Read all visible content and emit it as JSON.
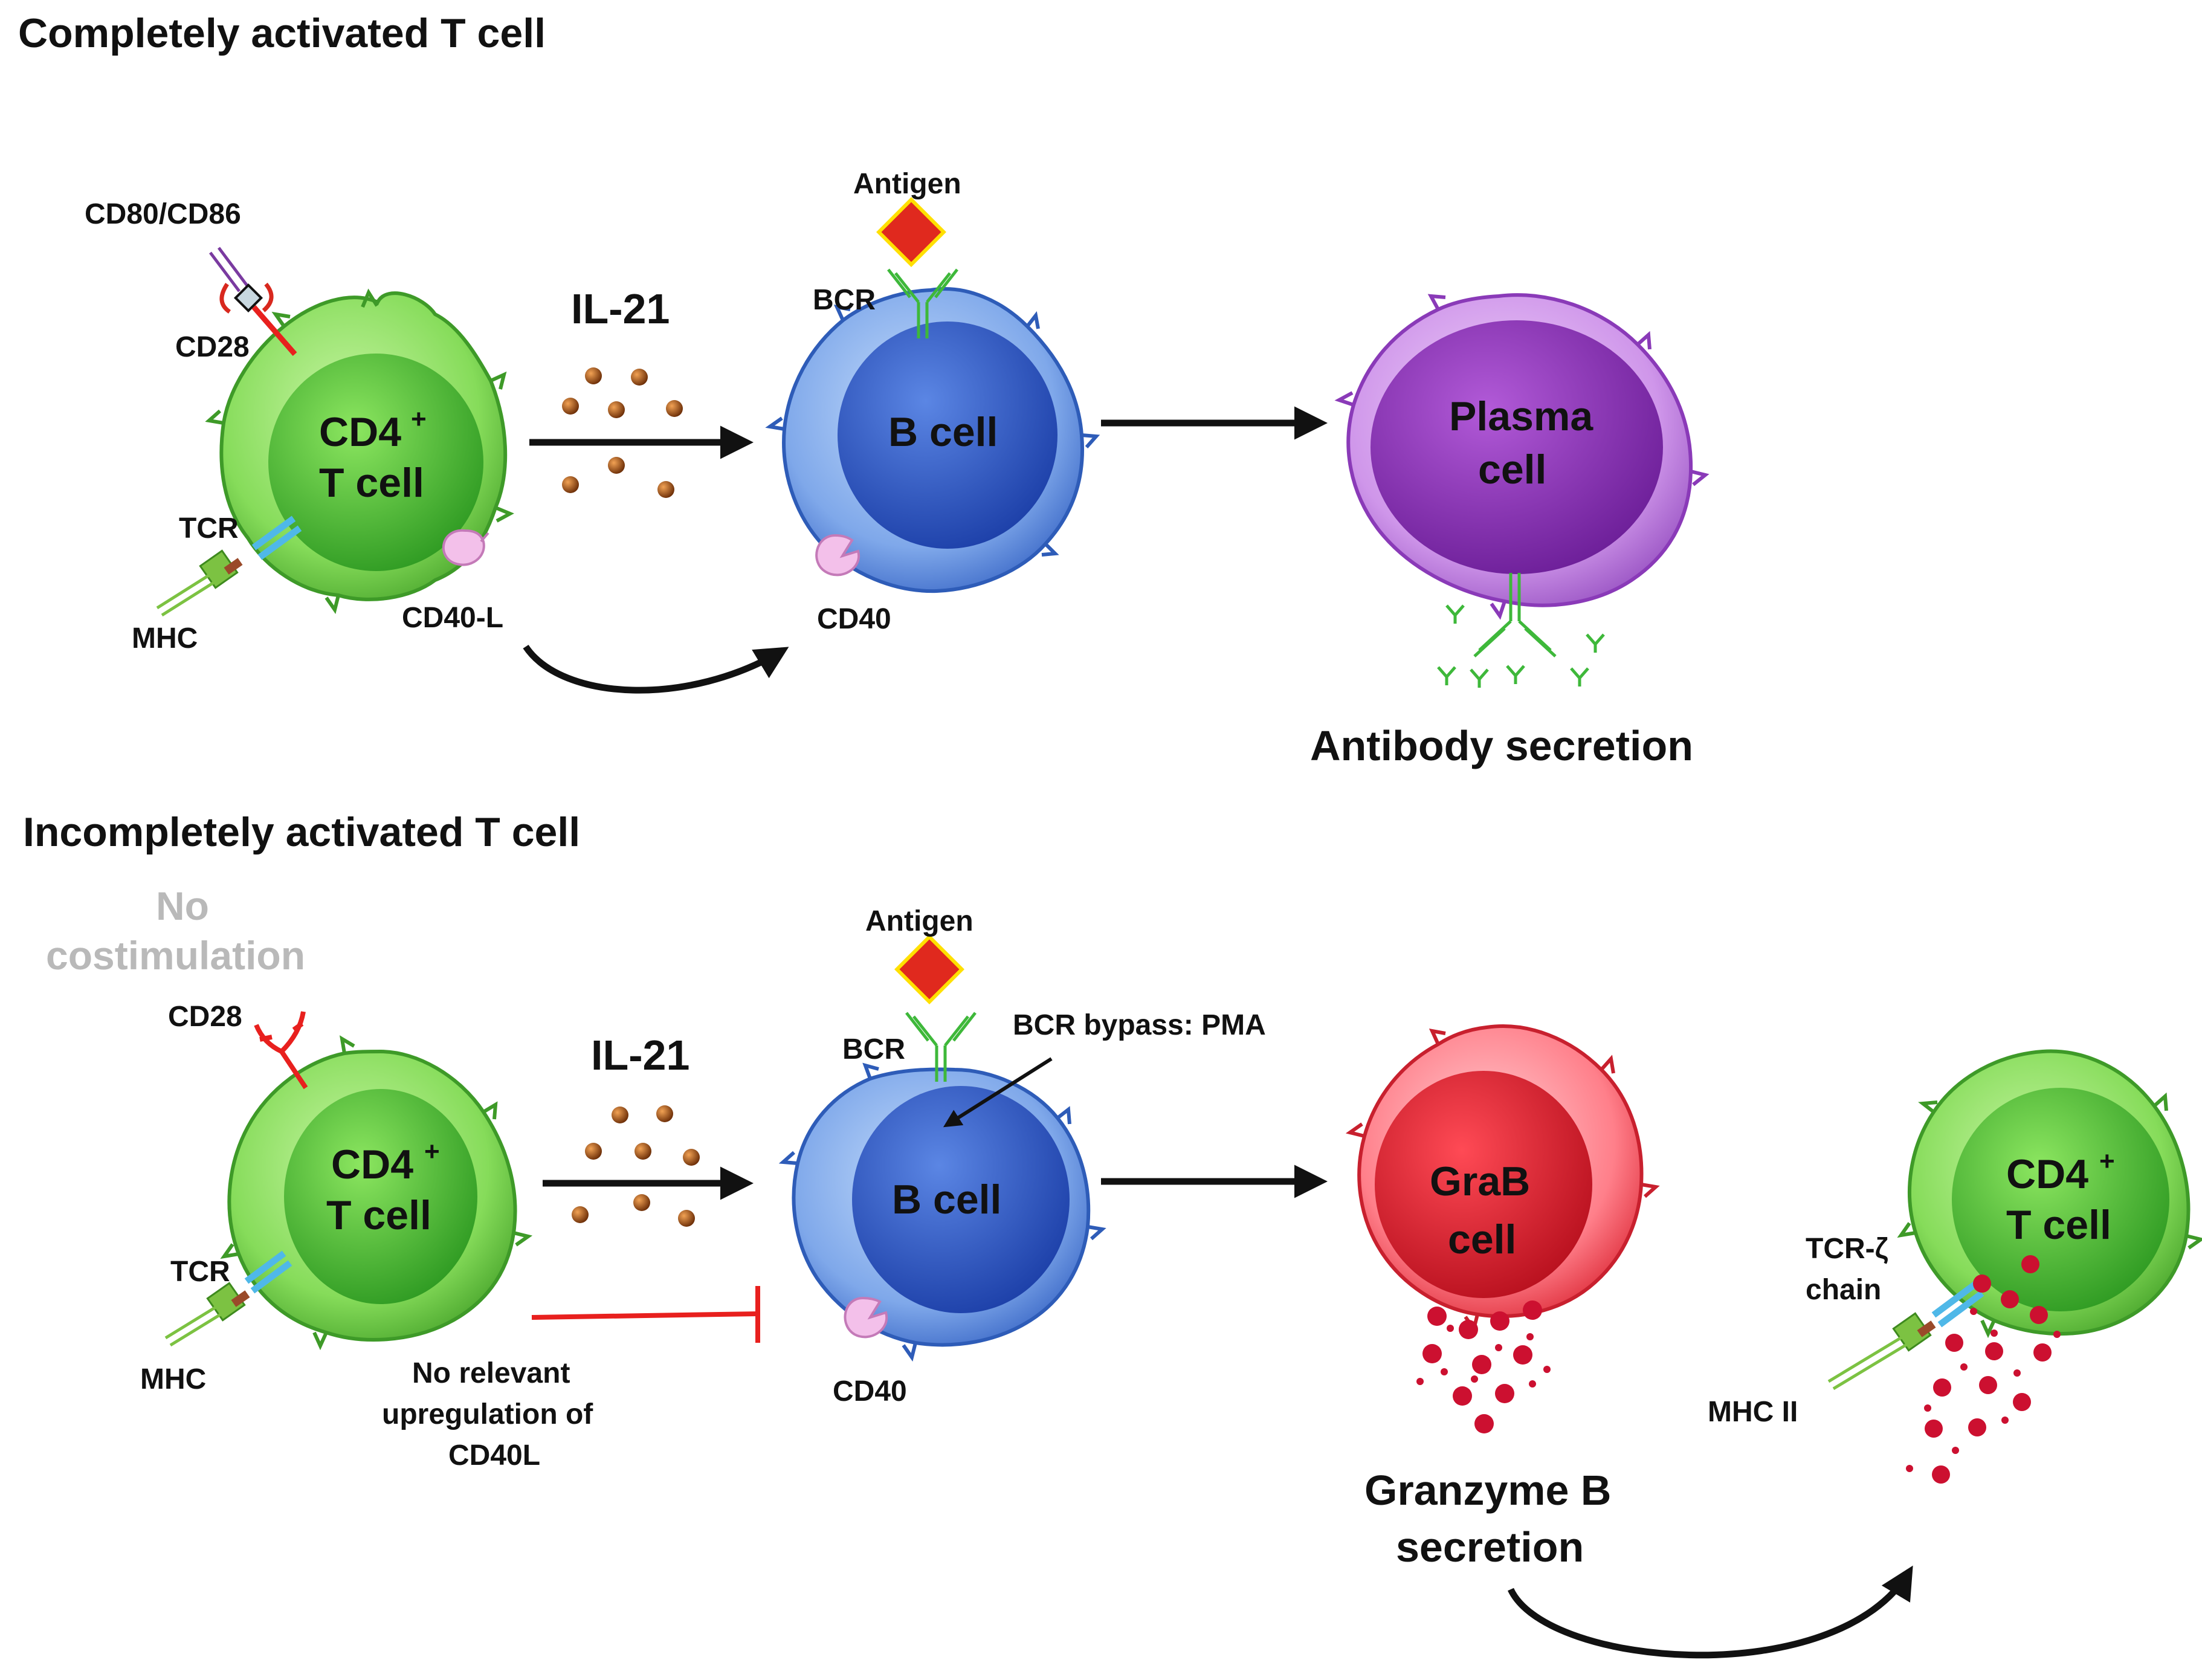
{
  "top": {
    "title": "Completely activated T cell",
    "cd80_cd86": "CD80/CD86",
    "cd28": "CD28",
    "tcr": "TCR",
    "mhc": "MHC",
    "cd40l": "CD40-L",
    "il21": "IL-21",
    "antigen": "Antigen",
    "bcr": "BCR",
    "cd40": "CD40",
    "t_cell_line1": "CD4",
    "t_cell_sup": "+",
    "t_cell_line2": "T cell",
    "b_cell": "B cell",
    "plasma_line1": "Plasma",
    "plasma_line2": "cell",
    "antibody_secretion": "Antibody secretion"
  },
  "bottom": {
    "title": "Incompletely activated T cell",
    "no_costim_line1": "No",
    "no_costim_line2": "costimulation",
    "cd28": "CD28",
    "tcr": "TCR",
    "mhc": "MHC",
    "il21": "IL-21",
    "antigen": "Antigen",
    "bcr": "BCR",
    "bcr_bypass": "BCR bypass: PMA",
    "cd40": "CD40",
    "no_upreg_line1": "No relevant",
    "no_upreg_line2": "upregulation of",
    "no_upreg_line3": "CD40L",
    "t_cell_line1": "CD4",
    "t_cell_sup": "+",
    "t_cell_line2": "T cell",
    "b_cell": "B cell",
    "grab_line1": "GraB",
    "grab_line2": "cell",
    "granzyme_line1": "Granzyme B",
    "granzyme_line2": "secretion",
    "tcr_zeta_line1": "TCR-ζ",
    "tcr_zeta_line2": "chain",
    "mhc_ii": "MHC II",
    "target_line1": "CD4",
    "target_sup": "+",
    "target_line2": "T cell"
  },
  "colors": {
    "t_cell": "#7ed957",
    "b_cell": "#5f8fe0",
    "plasma_cell": "#c27ee0",
    "grab_cell": "#ff5a6a",
    "antigen": "#e0291e",
    "antigen_border": "#ffe000",
    "cd28": "#e8201e",
    "tcr": "#4fb8e8",
    "mhc": "#7cc242",
    "cd40": "#f3b8e8",
    "il21_particle": "#9a4a12",
    "arrow": "#111111",
    "inhibition": "#e8201e",
    "granzyme": "#cc1030",
    "no_costimulation_text": "#b9b9b9"
  }
}
